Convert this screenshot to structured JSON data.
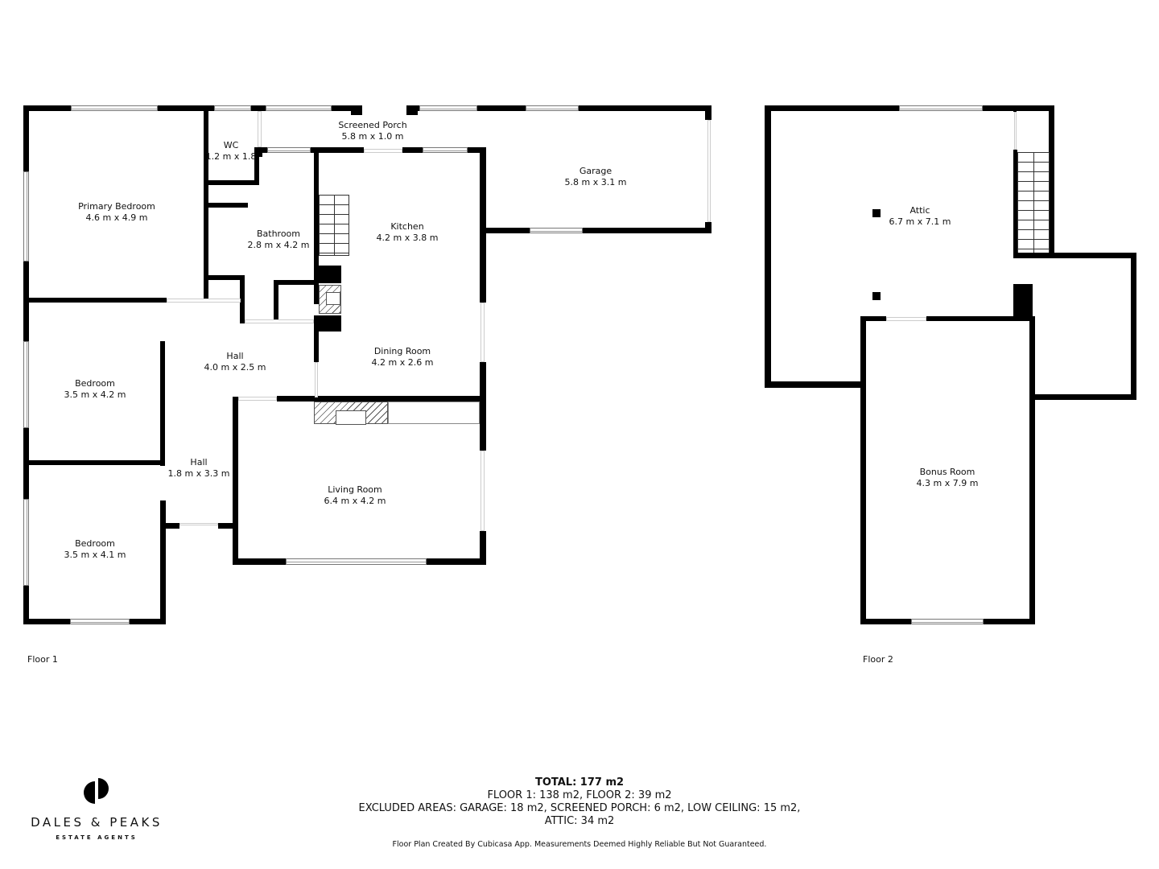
{
  "floor1": {
    "label": "Floor 1",
    "rooms": [
      {
        "name": "Primary Bedroom",
        "dims": "4.6 m x 4.9 m"
      },
      {
        "name": "WC",
        "dims": "1.2 m x 1.8"
      },
      {
        "name": "Screened Porch",
        "dims": "5.8 m x 1.0 m"
      },
      {
        "name": "Garage",
        "dims": "5.8 m x 3.1 m"
      },
      {
        "name": "Bathroom",
        "dims": "2.8 m x 4.2 m"
      },
      {
        "name": "Kitchen",
        "dims": "4.2 m x 3.8 m"
      },
      {
        "name": "Hall",
        "dims": "4.0 m x 2.5 m"
      },
      {
        "name": "Dining Room",
        "dims": "4.2 m x 2.6 m"
      },
      {
        "name": "Bedroom",
        "dims": "3.5 m x 4.2 m"
      },
      {
        "name": "Hall",
        "dims": "1.8 m x 3.3 m"
      },
      {
        "name": "Living Room",
        "dims": "6.4 m x 4.2 m"
      },
      {
        "name": "Bedroom",
        "dims": "3.5 m x 4.1 m"
      }
    ]
  },
  "floor2": {
    "label": "Floor 2",
    "rooms": [
      {
        "name": "Attic",
        "dims": "6.7 m x 7.1 m"
      },
      {
        "name": "Bonus Room",
        "dims": "4.3 m x 7.9 m"
      }
    ]
  },
  "summary": {
    "total": "TOTAL: 177 m2",
    "floors": "FLOOR 1: 138 m2, FLOOR 2: 39 m2",
    "excluded_line1": "EXCLUDED AREAS: GARAGE: 18 m2, SCREENED PORCH: 6 m2, LOW CEILING: 15 m2,",
    "excluded_line2": "ATTIC: 34 m2",
    "footnote": "Floor Plan Created By Cubicasa App. Measurements Deemed Highly Reliable But Not Guaranteed."
  },
  "logo": {
    "name": "DALES & PEAKS",
    "subtitle": "ESTATE AGENTS",
    "icon": "half-circles-logo-icon"
  },
  "colors": {
    "wall": "#000000",
    "background": "#ffffff",
    "window_stroke": "#777777"
  }
}
